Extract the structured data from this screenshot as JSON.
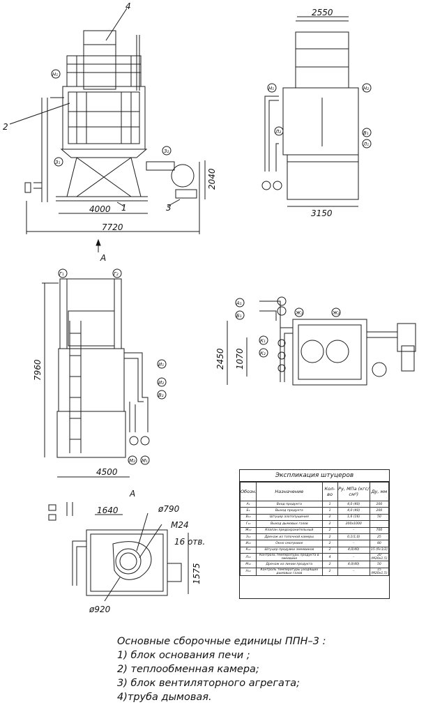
{
  "views": {
    "front": {
      "callouts": [
        "4",
        "2",
        "1",
        "3"
      ],
      "nozzles": [
        "Н₁",
        "З₂",
        "З₁"
      ],
      "dims": [
        "4000",
        "7720",
        "2040"
      ]
    },
    "side": {
      "nozzles": [
        "Н₁",
        "Н₂",
        "Л₂",
        "В₁",
        "Л₁"
      ],
      "dims": [
        "2550",
        "3150"
      ]
    },
    "view_a_arrow": "А",
    "left": {
      "nozzles": [
        "Г₁",
        "Г₂",
        "И₁",
        "И₂",
        "В₂",
        "М₂",
        "М₁"
      ],
      "dims": [
        "7960",
        "4500"
      ]
    },
    "plan": {
      "nozzles": [
        "А₁",
        "Б₁",
        "Ж₁",
        "Ж₂",
        "К₁",
        "К₂"
      ],
      "dims": [
        "2450",
        "1070"
      ]
    },
    "view_a": {
      "label": "А",
      "dims": [
        "1640",
        "ø790",
        "М24",
        "16 отв.",
        "1575",
        "ø920"
      ]
    }
  },
  "nozzle_table": {
    "title": "Экспликация штуцеров",
    "headers": [
      "Обозн.",
      "Назначение",
      "Кол-во",
      "Ру, МПа (кгс/см²)",
      "Ду, мм"
    ],
    "rows": [
      [
        "А₁",
        "Вход продукта",
        "1",
        "4,0 (40)",
        "200"
      ],
      [
        "Б₁",
        "Выход продукта",
        "1",
        "4,0 (40)",
        "200"
      ],
      [
        "В₁₂",
        "Штуцер азотопущения",
        "2",
        "1,6 (16)",
        "50"
      ],
      [
        "Г₁₂",
        "Выход дымовых газов",
        "2",
        "200х1000",
        ""
      ],
      [
        "Ж₁₂",
        "Клапан предохранительный",
        "2",
        "–",
        "700"
      ],
      [
        "З₁₂",
        "Дренаж из топочной камеры",
        "2",
        "0,1(1,0)",
        "25"
      ],
      [
        "И₁₂",
        "Окно смотровое",
        "2",
        "–",
        "80"
      ],
      [
        "К₁₂",
        "Штуцер продувки змеевиков",
        "2",
        "4,0(40)",
        "15 (Rc1/2)"
      ],
      [
        "Л₁₂",
        "Контроль температуры продукта в змеевике",
        "4",
        "–",
        "20 (М20х1,5)"
      ],
      [
        "М₁₂",
        "Дренаж из линии продукта",
        "2",
        "4,0(40)",
        "50"
      ],
      [
        "Н₁₂",
        "Контроль температуры уходящих дымовых газов",
        "2",
        "–",
        "15 (М20х1,5)"
      ]
    ]
  },
  "notes": [
    "Основные сборочные единицы ППН–3 :",
    "1) блок основания печи ;",
    "2) теплообменная камера;",
    "3) блок вентиляторного агрегата;",
    "4)труба дымовая."
  ]
}
